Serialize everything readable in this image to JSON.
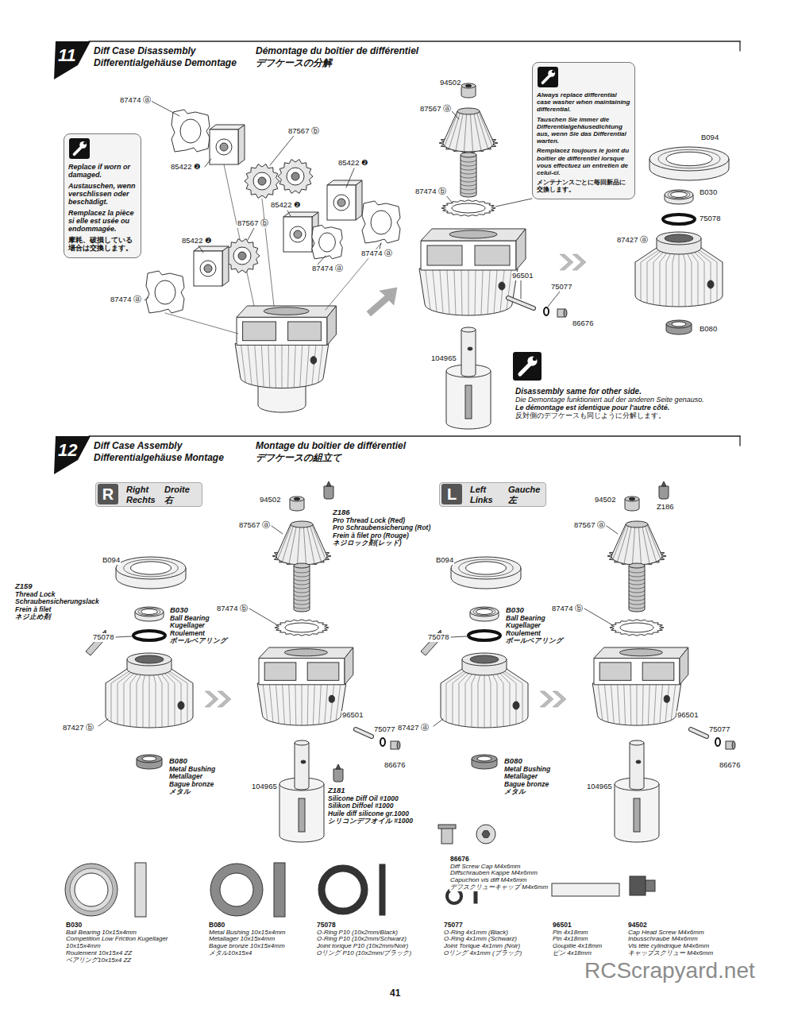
{
  "diagram": {
    "nodes": [
      {
        "text": [
          "11",
          "Diff Case Disassembly",
          "Differentialgehäuse Demontage",
          "Démontage du boîtier de différentiel",
          "デフケースの分解"
        ]
      },
      {
        "text": [
          "Replace if worn or damaged.",
          "Austauschen, wenn verschlissen oder beschädigt.",
          "Remplacez la pièce si elle est usée ou endommagée.",
          "摩耗、破損している場合は交換します。"
        ]
      },
      {
        "text": [
          "Always replace differential case washer when maintaining differential.",
          "Tauschen Sie immer die Differentialgehäusedichtung aus, wenn Sie das Differential warten.",
          "Remplacez toujours le joint du boîtier de différentiel lorsque vous effectuez un entretien de celui-ci.",
          "メンテナンスごとに毎回新品に交換します。"
        ]
      },
      {
        "text": [
          "12",
          "Diff Case Assembly",
          "Differentialgehäuse Montage",
          "Montage du boîtier de différentiel",
          "デフケースの組立て"
        ]
      },
      {
        "text": [
          "R",
          "Right",
          "Rechts",
          "Droite",
          "右"
        ]
      },
      {
        "text": [
          "L",
          "Left",
          "Links",
          "Gauche",
          "左"
        ]
      }
    ],
    "labels": [
      "87474 ⓐ",
      "87567 ⓑ",
      "85422 ❷",
      "85422 ❷",
      "85422 ❷",
      "87567 ⓑ",
      "87474 ⓐ",
      "87474 ⓐ",
      "85422 ❷",
      "87474 ⓐ",
      "94502",
      "87567 ⓐ",
      "87474 ⓑ",
      "96501",
      "75077",
      "86676",
      "104965",
      "B094",
      "B030",
      "75078",
      "87427 ⓐ",
      "B080",
      "Disassembly same for other side.",
      "Die Demontage funktioniert auf der anderen Seite genauso.",
      "Le démontage est identique pour l'autre côté.",
      "反対側のデフケースも同じように分解します。",
      "B094",
      "Z159",
      "Thread Lock",
      "Schraubensicherungslack",
      "Frein à filet",
      "ネジ止め剤",
      "B030",
      "Ball Bearing",
      "Kugellager",
      "Roulement",
      "ボールベアリング",
      "75078",
      "87427 ⓑ",
      "B080",
      "Metal Bushing",
      "Metallager",
      "Bague bronze",
      "メタル",
      "94502",
      "Z186",
      "Pro Thread Lock (Red)",
      "Pro Schraubensicherung (Rot)",
      "Frein à filet pro (Rouge)",
      "ネジロック剤(レッド)",
      "87567 ⓐ",
      "87474 ⓑ",
      "96501",
      "75077",
      "86676",
      "104965",
      "Z181",
      "Silicone Diff Oil #1000",
      "Silikon Diffoel #1000",
      "Huile diff silicone gr.1000",
      "シリコンデフオイル #1000",
      "B094",
      "B030",
      "Ball Bearing",
      "Kugellager",
      "Roulement",
      "ボールベアリング",
      "75078",
      "87427 ⓐ",
      "B080",
      "Metal Bushing",
      "Metallager",
      "Bague bronze",
      "メタル",
      "94502",
      "Z186",
      "87567 ⓐ",
      "87474 ⓑ",
      "96501",
      "75077",
      "86676",
      "104965",
      "86676",
      "Diff Screw Cap M4x6mm",
      "Diffschrauben Kappe M4x6mm",
      "Capuchon vis diff M4x6mm",
      "デフスクリューキャップ M4x6mm",
      "B030",
      "Ball Bearing 10x15x4mm",
      "Competition Low Friction Kugellager 10x15x4mm",
      "Roulement 10x15x4 ZZ",
      "ベアリング10x15x4 ZZ",
      "B080",
      "Metal Bushing 10x15x4mm",
      "Metallager 10x15x4mm",
      "Bague bronze 10x15x4mm",
      "メタル10x15x4",
      "75078",
      "O-Ring P10 (10x2mm/Black)",
      "O-Ring P10 (10x2mm/Schwarz)",
      "Joint torique P10 (10x2mm/Noir)",
      "Oリング P10 (10x2mm/ブラック)",
      "75077",
      "O-Ring 4x1mm (Black)",
      "O-Ring 4x1mm (Schwarz)",
      "Joint Torique 4x1mm (Noir)",
      "Oリング 4x1mm (ブラック)",
      "96501",
      "Pin 4x18mm",
      "Pin 4x18mm",
      "Goupille 4x18mm",
      "ピン 4x18mm",
      "94502",
      "Cap Head Screw M4x6mm",
      "Inbusschraube M4x6mm",
      "Vis tête cylindrique M4x6mm",
      "キャップスクリュー M4x6mm",
      "41",
      "RCScrapyard.net"
    ]
  }
}
